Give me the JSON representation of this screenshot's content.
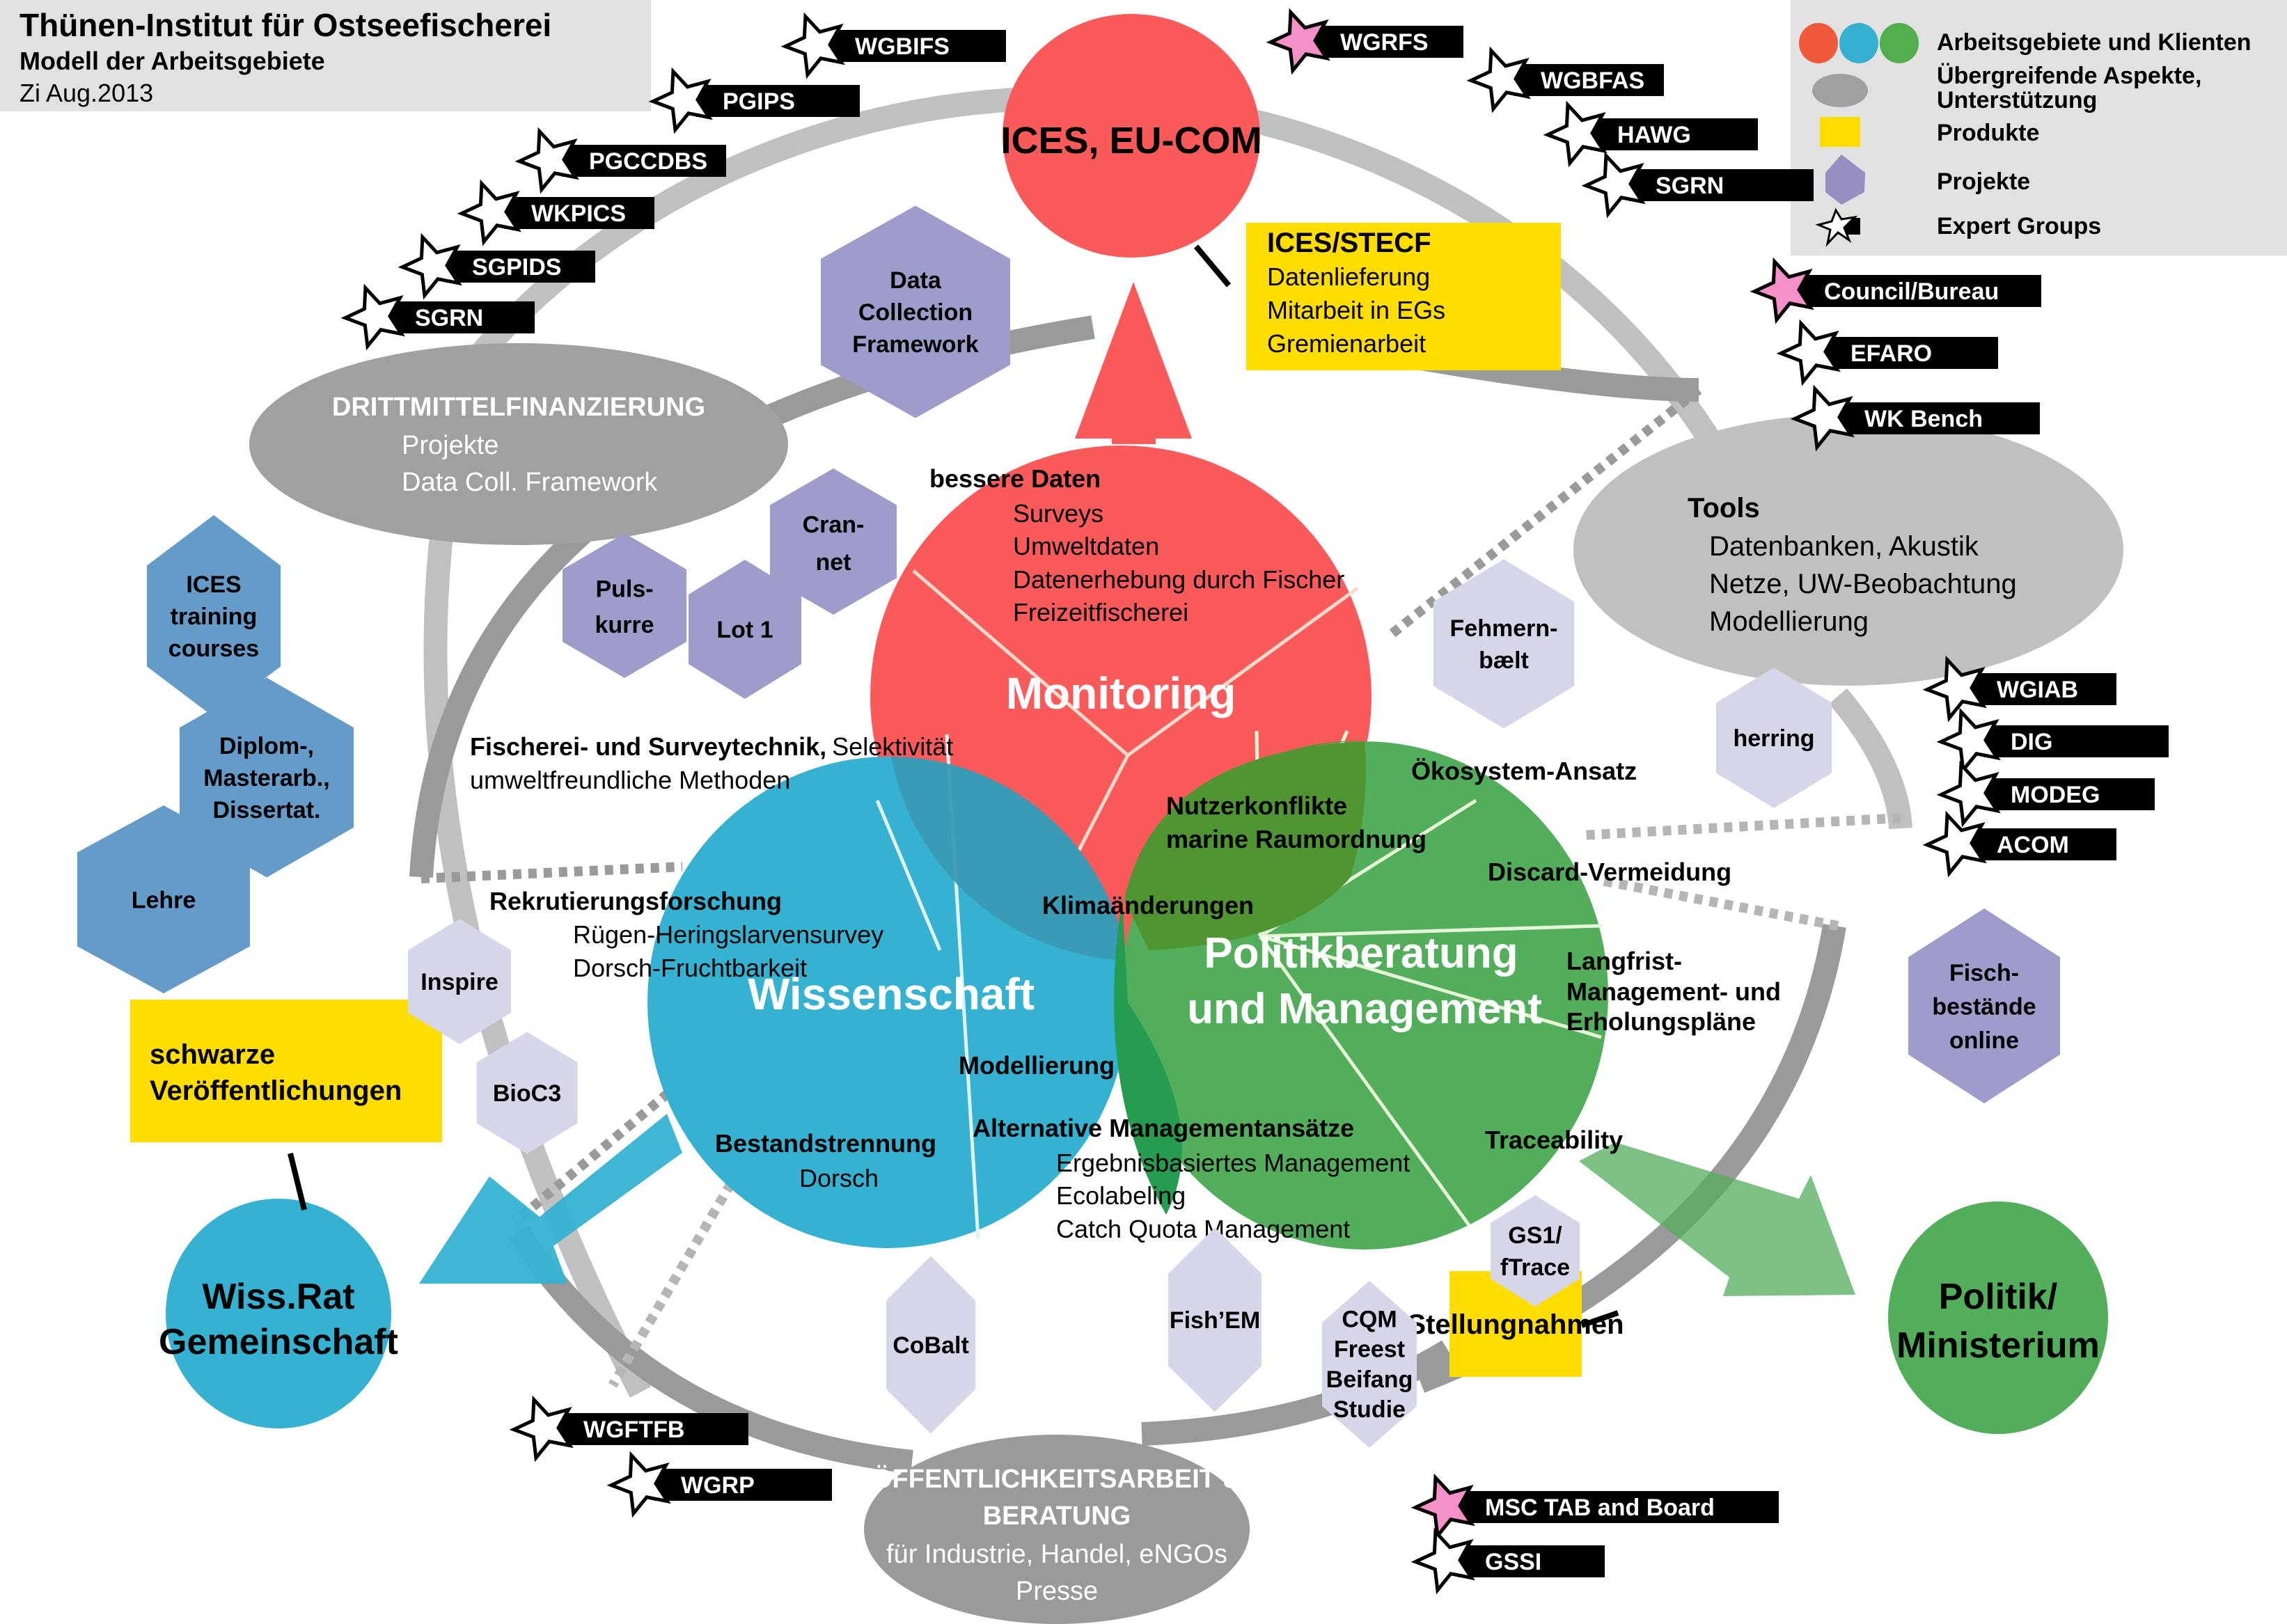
{
  "header": {
    "title": "Thünen-Institut für Ostseefischerei",
    "subtitle": "Modell der Arbeitsgebiete",
    "date": "Zi Aug.2013"
  },
  "colors": {
    "monitoring": "#fa5a5a",
    "wissenschaft": "#35b2d2",
    "politik": "#52ae5b",
    "aspect_gray": "#a0a0a0",
    "aspect_light": "#c0c0c0",
    "product_yellow": "#ffdd00",
    "project_purple": "#9e9ccb",
    "project_light": "#d5d6e8",
    "teaching_blue": "#649bc8",
    "eg_pink": "#f58fc7",
    "legend_red": "#f05a3c"
  },
  "legend": {
    "items": [
      {
        "icon": "three-circles-icon",
        "label": "Arbeitsgebiete und Klienten"
      },
      {
        "icon": "gray-ellipse-icon",
        "label": "Übergreifende Aspekte,",
        "label2": "Unterstützung"
      },
      {
        "icon": "yellow-rect-icon",
        "label": "Produkte"
      },
      {
        "icon": "hexagon-icon",
        "label": "Projekte"
      },
      {
        "icon": "star-tag-icon",
        "label": "Expert Groups"
      }
    ]
  },
  "clients": {
    "ices": "ICES, EU-COM",
    "wissrat": [
      "Wiss.Rat",
      "Gemeinschaft"
    ],
    "politik": [
      "Politik/",
      "Ministerium"
    ]
  },
  "areas": {
    "monitoring": {
      "title": "Monitoring",
      "heading": "bessere Daten",
      "items": [
        "Surveys",
        "Umweltdaten",
        "Datenerhebung durch Fischer",
        "Freizeitfischerei"
      ]
    },
    "wissenschaft": {
      "title": "Wissenschaft",
      "fischerei_bold": "Fischerei- und Surveytechnik,",
      "fischerei_rest": "Selektivität",
      "fischerei_line2": "umweltfreundliche Methoden",
      "rekrutierung": "Rekrutierungsforschung",
      "rekrutierung_items": [
        "Rügen-Heringslarvensurvey",
        "Dorsch-Fruchtbarkeit"
      ],
      "bestand": "Bestandstrennung",
      "bestand_item": "Dorsch",
      "modellierung": "Modellierung",
      "klima": "Klimaänderungen"
    },
    "politik": {
      "title": [
        "Politikberatung",
        "und Management"
      ],
      "nutzer": [
        "Nutzerkonflikte",
        "marine Raumordnung"
      ],
      "oeko": "Ökosystem-Ansatz",
      "discard": "Discard-Vermeidung",
      "langfrist": [
        "Langfrist-",
        "Management- und",
        "Erholungspläne"
      ],
      "trace": "Traceability",
      "alternative": "Alternative Managementansätze",
      "alternative_items": [
        "Ergebnisbasiertes Management",
        "Ecolabeling",
        "Catch Quota Management"
      ]
    }
  },
  "aspects": {
    "dritt": {
      "title": "DRITTMITTELFINANZIERUNG",
      "items": [
        "Projekte",
        "Data Coll. Framework"
      ]
    },
    "tools": {
      "title": "Tools",
      "items": [
        "Datenbanken, Akustik",
        "Netze, UW-Beobachtung",
        "Modellierung"
      ]
    },
    "oeff": {
      "title": [
        "ÖFFENTLICHKEITSARBEIT &",
        "BERATUNG"
      ],
      "items": [
        "für Industrie, Handel, eNGOs",
        "Presse"
      ]
    }
  },
  "products": {
    "ices_stecf": {
      "title": "ICES/STECF",
      "items": [
        "Datenlieferung",
        "Mitarbeit in EGs",
        "Gremienarbeit"
      ]
    },
    "schwarze": [
      "schwarze",
      "Veröffentlichungen"
    ],
    "stellung": "Stellungnahmen"
  },
  "projects": {
    "dcf": [
      "Data",
      "Collection",
      "Framework"
    ],
    "cranet": [
      "Cran-",
      "net"
    ],
    "puls": [
      "Puls-",
      "kurre"
    ],
    "lot1": [
      "Lot 1"
    ],
    "fehmern": [
      "Fehmern-",
      "bælt"
    ],
    "herring": [
      "herring"
    ],
    "fisch": [
      "Fisch-",
      "bestände",
      "online"
    ],
    "inspire": [
      "Inspire"
    ],
    "bioc3": [
      "BioC3"
    ],
    "cobalt": [
      "CoBalt"
    ],
    "fishem": [
      "Fish’EM"
    ],
    "cqm": [
      "CQM",
      "Freest",
      "Beifang",
      "Studie"
    ],
    "gs1": [
      "GS1/",
      "fTrace"
    ],
    "ices_training": [
      "ICES",
      "training",
      "courses"
    ],
    "diplom": [
      "Diplom-,",
      "Masterarb.,",
      "Dissertat."
    ],
    "lehre": [
      "Lehre"
    ]
  },
  "expert_groups": [
    {
      "label": "WGBIFS",
      "pink": false
    },
    {
      "label": "PGIPS",
      "pink": false
    },
    {
      "label": "PGCCDBS",
      "pink": false
    },
    {
      "label": "WKPICS",
      "pink": false
    },
    {
      "label": "SGPIDS",
      "pink": false
    },
    {
      "label": "SGRN",
      "pink": false
    },
    {
      "label": "WGRFS",
      "pink": true
    },
    {
      "label": "WGBFAS",
      "pink": false
    },
    {
      "label": "HAWG",
      "pink": false
    },
    {
      "label": "SGRN",
      "pink": false
    },
    {
      "label": "Council/Bureau",
      "pink": true
    },
    {
      "label": "EFARO",
      "pink": false
    },
    {
      "label": "WK Bench",
      "pink": false
    },
    {
      "label": "WGIAB",
      "pink": false
    },
    {
      "label": "DIG",
      "pink": false
    },
    {
      "label": "MODEG",
      "pink": false
    },
    {
      "label": "ACOM",
      "pink": false
    },
    {
      "label": "WGFTFB",
      "pink": false
    },
    {
      "label": "WGRP",
      "pink": false
    },
    {
      "label": "MSC TAB and Board",
      "pink": true
    },
    {
      "label": "GSSI",
      "pink": false
    }
  ]
}
